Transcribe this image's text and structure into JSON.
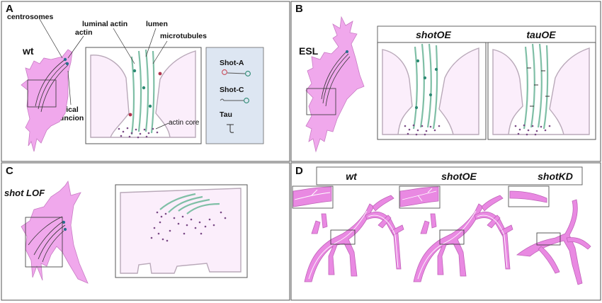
{
  "panels": {
    "A": {
      "letter": "A",
      "condition": "wt",
      "labels": {
        "centrosomes": "centrosomes",
        "actin": "actin",
        "luminal_actin": "luminal actin",
        "lumen": "lumen",
        "microtubules": "microtubules",
        "apical_junction_line1": "apical",
        "apical_junction_line2": "juncion",
        "actin_core": "actin core"
      },
      "legend": {
        "items": [
          {
            "label": "Shot-A"
          },
          {
            "label": "Shot-C"
          },
          {
            "label": "Tau"
          }
        ]
      }
    },
    "B": {
      "letter": "B",
      "condition": "ESL",
      "headers": [
        "shotOE",
        "tauOE"
      ]
    },
    "C": {
      "letter": "C",
      "condition": "shot LOF"
    },
    "D": {
      "letter": "D",
      "headers": [
        "wt",
        "shotOE",
        "shotKD"
      ]
    }
  },
  "colors": {
    "cell_pink": "#f0a8ec",
    "cell_light": "#fbeefb",
    "microtubule_green": "#7fbfa6",
    "actin_dot_purple": "#7a4a86",
    "legend_bg": "#dde6f2",
    "trachea_pink": "#e989e2"
  }
}
